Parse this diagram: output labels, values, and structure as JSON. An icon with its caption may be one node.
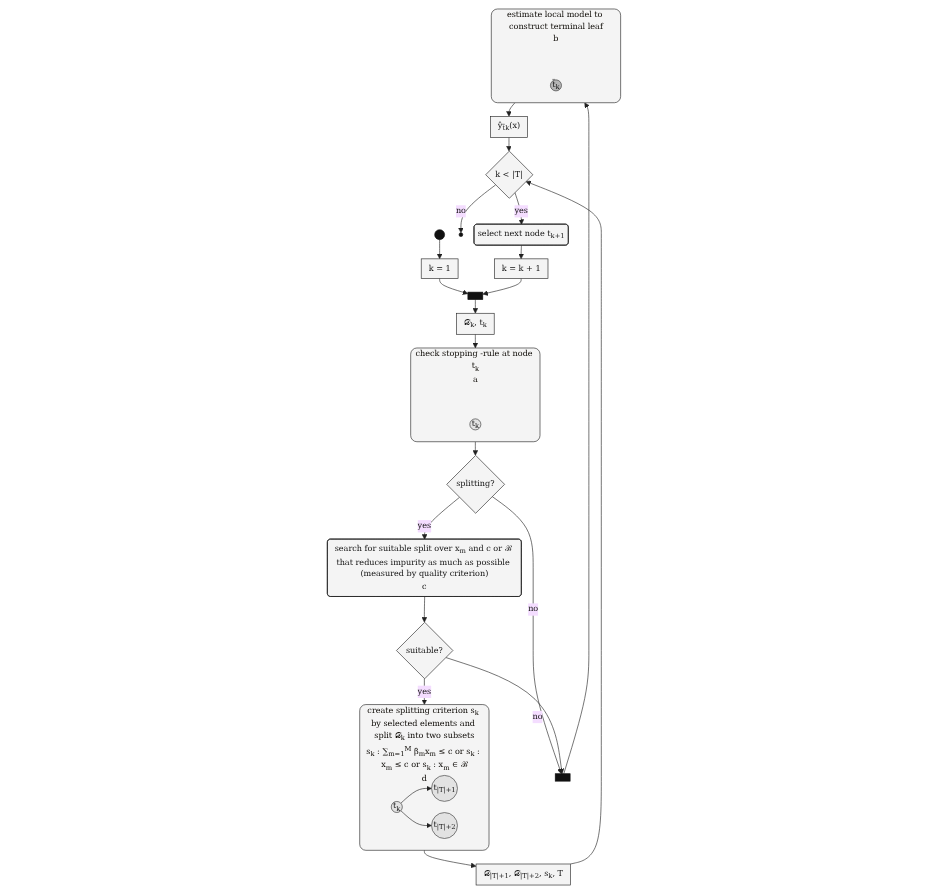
{
  "diagram": {
    "nodes": [
      {
        "text": [],
        "shape": "circle"
      },
      {
        "text": [
          "k = 1"
        ]
      },
      {
        "text": [],
        "shape": "bar"
      },
      {
        "text": [
          "𝒟$_{k}$, t$_{k}$"
        ]
      },
      {
        "text": [
          "check stopping -rule at node t$_{k}$",
          "a"
        ]
      },
      {
        "text": [
          "t$_{k}$"
        ],
        "in": 4
      },
      {
        "text": [
          "splitting?"
        ]
      },
      {
        "text": [
          "search for suitable split over x$_{m}$ and c or ℬ that reduces impurity as much as possible (measured by quality criterion)",
          "c"
        ]
      },
      {
        "text": [
          "suitable?"
        ]
      },
      {
        "text": [],
        "shape": "bar"
      },
      {
        "text": [
          "create splitting criterion s$_{k}$ by selected elements and split 𝒟$_{k}$ into two subsets",
          "s$_{k}$ : ∑$_{m=1}$$^{M}$ β$_{m}$x$_{m}$ ≤ c or s$_{k}$ : x$_{m}$ ≤ c or s$_{k}$ : x$_{m}$ ∈ ℬ",
          "d"
        ]
      },
      {
        "text": [
          "t$_{k}$"
        ],
        "in": 10
      },
      {
        "text": [
          "t$_{|T|+1}$"
        ],
        "in": 10
      },
      {
        "text": [
          "t$_{|T|+2}$"
        ],
        "in": 10
      },
      {
        "text": [
          "estimate local model to construct terminal leaf",
          "b"
        ]
      },
      {
        "text": [
          "t̃$_{k}$"
        ],
        "in": 14
      },
      {
        "text": [
          "ŷ$_{t̃k}$(x)"
        ]
      },
      {
        "text": [
          "𝒟$_{|T|+1}$, 𝒟$_{|T|+2}$, s$_{k}$, T"
        ]
      },
      {
        "text": [
          "k < |T|"
        ]
      },
      {
        "text": [],
        "shape": "circle"
      },
      {
        "text": [
          "select next node t$_{k+1}$"
        ]
      },
      {
        "text": [
          "k = k + 1"
        ]
      }
    ],
    "edges": [
      {
        "from": 0,
        "to": 1,
        "arrow": "to"
      },
      {
        "from": 1,
        "to": 2,
        "arrow": "to"
      },
      {
        "from": 2,
        "to": 3,
        "arrow": "to"
      },
      {
        "from": 3,
        "to": 4,
        "arrow": "to"
      },
      {
        "from": 4,
        "to": 6,
        "arrow": "to"
      },
      {
        "from": 6,
        "to": 7,
        "arrow": "to",
        "label": "yes"
      },
      {
        "from": 6,
        "to": 9,
        "arrow": "to",
        "label": "no"
      },
      {
        "from": 7,
        "to": 8,
        "arrow": "to"
      },
      {
        "from": 8,
        "to": 9,
        "arrow": "to",
        "label": "no"
      },
      {
        "from": 8,
        "to": 10,
        "arrow": "to",
        "label": "yes"
      },
      {
        "from": 9,
        "to": 14,
        "arrow": "to"
      },
      {
        "from": 11,
        "to": 12,
        "arrow": "to"
      },
      {
        "from": 11,
        "to": 13,
        "arrow": "to"
      },
      {
        "from": 14,
        "to": 16,
        "arrow": "to"
      },
      {
        "from": 16,
        "to": 18,
        "arrow": "to"
      },
      {
        "from": 10,
        "to": 17,
        "arrow": "to"
      },
      {
        "from": 17,
        "to": 18,
        "arrow": "to"
      },
      {
        "from": 18,
        "to": 19,
        "arrow": "to",
        "label": "no"
      },
      {
        "from": 18,
        "to": 20,
        "arrow": "to",
        "label": "yes"
      },
      {
        "from": 20,
        "to": 21,
        "arrow": "to"
      },
      {
        "from": 21,
        "to": 2,
        "arrow": "to"
      }
    ]
  }
}
